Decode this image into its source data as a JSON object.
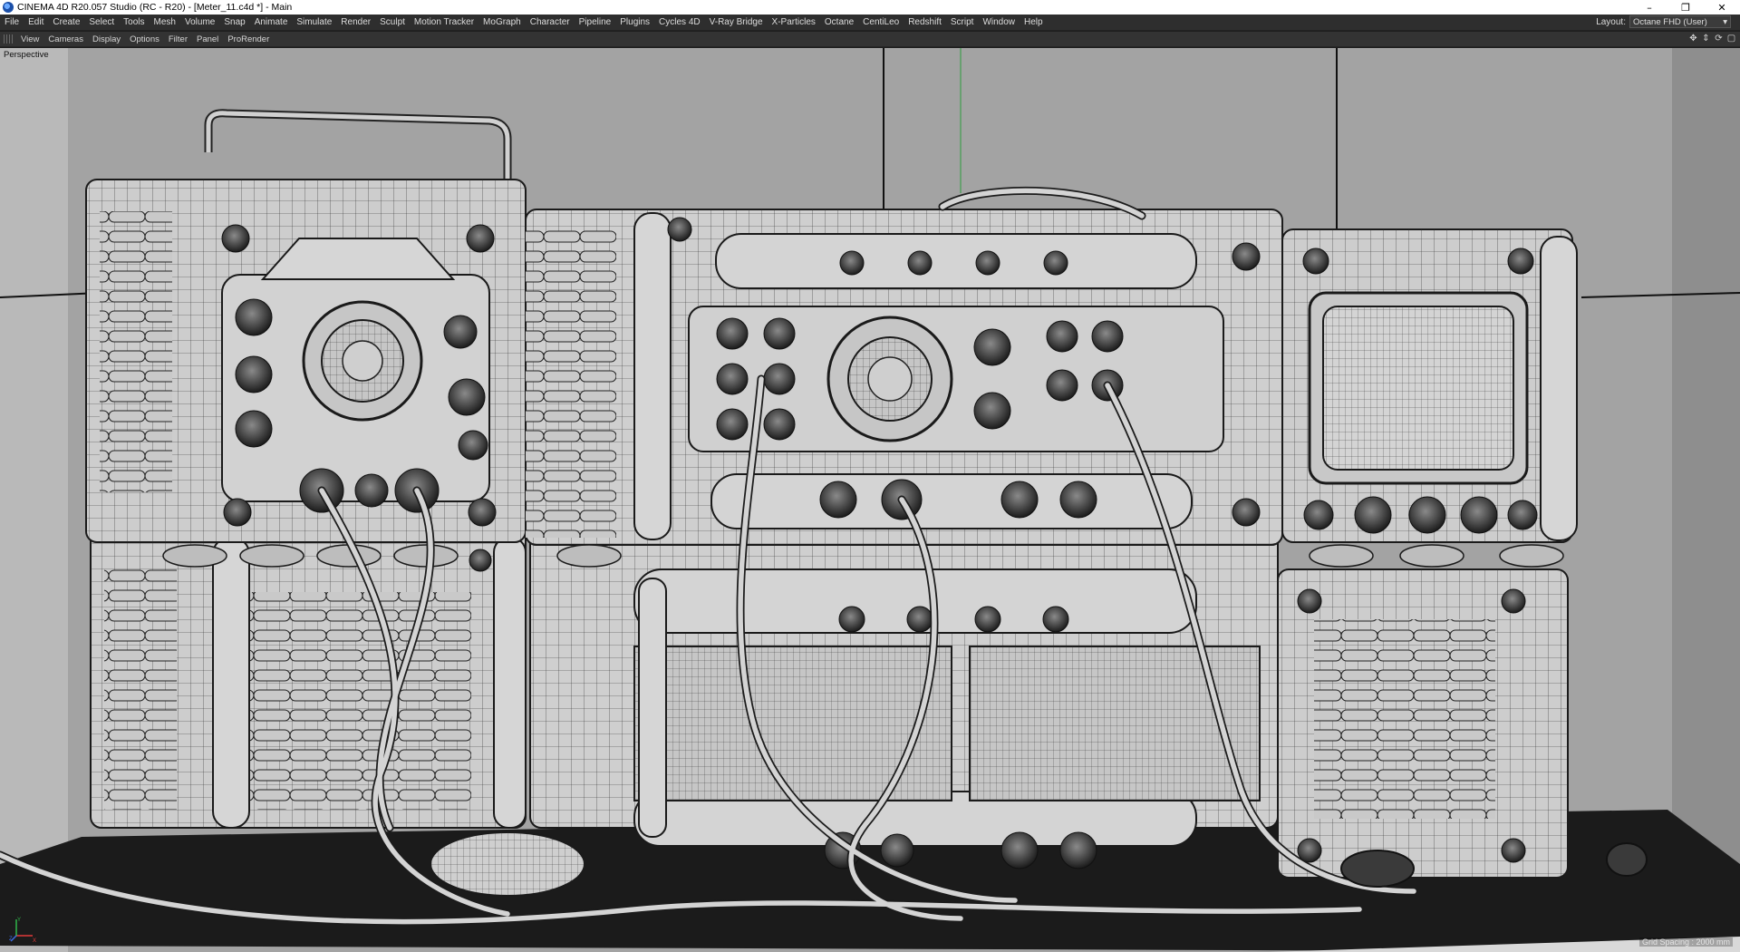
{
  "titlebar": {
    "title": "CINEMA 4D R20.057 Studio (RC - R20) - [Meter_11.c4d *] - Main",
    "controls": {
      "minimize": "–",
      "restore": "❐",
      "close": "✕"
    }
  },
  "menubar": {
    "items": [
      "File",
      "Edit",
      "Create",
      "Select",
      "Tools",
      "Mesh",
      "Volume",
      "Snap",
      "Animate",
      "Simulate",
      "Render",
      "Sculpt",
      "Motion Tracker",
      "MoGraph",
      "Character",
      "Pipeline",
      "Plugins",
      "Cycles 4D",
      "V-Ray Bridge",
      "X-Particles",
      "Octane",
      "CentiLeo",
      "Redshift",
      "Script",
      "Window",
      "Help"
    ],
    "layout_label": "Layout:",
    "layout_value": "Octane FHD (User)"
  },
  "viewport_menu": {
    "items": [
      "View",
      "Cameras",
      "Display",
      "Options",
      "Filter",
      "Panel",
      "ProRender"
    ],
    "nav_icons": [
      "move-view-icon",
      "zoom-view-icon",
      "rotate-view-icon",
      "toggle-views-icon"
    ]
  },
  "viewport": {
    "camera_label": "Perspective",
    "grid_spacing": "Grid Spacing : 2000 mm",
    "axis": {
      "x": "X",
      "y": "Y",
      "z": "Z"
    }
  },
  "colors": {
    "title_bg": "#ffffff",
    "menu_bg": "#2e2e2e",
    "viewport_bg": "#a4a4a4",
    "wire_color": "#1a1a1a",
    "model_fill": "#cfcfcf"
  }
}
